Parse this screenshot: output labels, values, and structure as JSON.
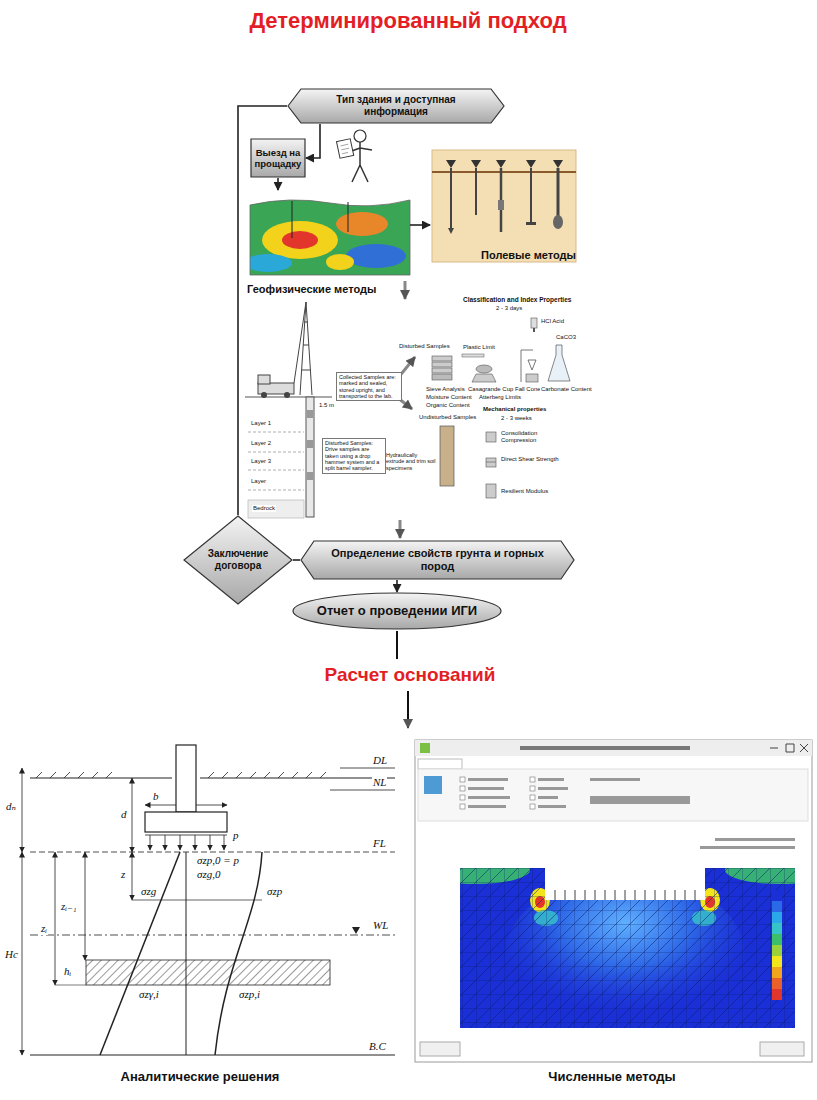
{
  "diagram": {
    "title": "Детерминированный подход",
    "nodes": [
      {
        "text": [
          "Тип здания и доступная информация"
        ]
      },
      {
        "text": [
          "Выезд на прощадку"
        ]
      },
      {
        "text": [
          "Геофизические методы"
        ]
      },
      {
        "text": [
          "Полевые методы"
        ]
      },
      {
        "text": [
          "Заключение договора"
        ]
      },
      {
        "text": [
          "Определение свойств грунта и горных пород"
        ]
      },
      {
        "text": [
          "Отчет о проведении ИГИ"
        ]
      }
    ],
    "edges": [
      {
        "from": 0,
        "to": 1,
        "arrow": "to"
      },
      {
        "from": 1,
        "to": 2,
        "arrow": "to"
      },
      {
        "from": 2,
        "to": 3,
        "arrow": "to"
      },
      {
        "from": 0,
        "to": 4,
        "arrow": "none"
      },
      {
        "from": 4,
        "to": 5,
        "arrow": "none"
      },
      {
        "from": 5,
        "to": 6,
        "arrow": "to"
      }
    ],
    "labels": [
      "Расчет оснований",
      "Classification and Index Properties",
      "2 - 3 days",
      "HCl Acid",
      "CaCO3",
      "Plastic Limit",
      "Disturbed Samples",
      "Sieve Analysis",
      "Casagrande Cup",
      "Fall Cone",
      "Carbonate Content",
      "Moisture Content",
      "Organic Content",
      "Atterberg Limits",
      "Collected Samples are: marked and sealed, stored upright, and transported to the lab.",
      "Undisturbed Samples",
      "Mechanical properties",
      "2 - 3 weeks",
      "Consolidation Compression",
      "Direct Shear Strength",
      "Hydraulically extrude and trim soil specimens",
      "Resilient Modulus",
      "1.5 m",
      "Layer 1",
      "Layer 2",
      "Layer 3",
      "Layer",
      "Bedrock",
      "Disturbed Samples: Drive samples are taken using a drop hammer system and a split barrel sampler.",
      "DL",
      "NL",
      "FL",
      "WL",
      "B.C",
      "dₙ",
      "d",
      "b",
      "p",
      "z",
      "zᵢ",
      "zᵢ₋₁",
      "Hc",
      "hᵢ",
      "σzp,0 = p",
      "σzg,0",
      "σzg",
      "σzp",
      "σzγ,i",
      "σzp,i",
      "Аналитические решения",
      "Численные методы"
    ]
  }
}
